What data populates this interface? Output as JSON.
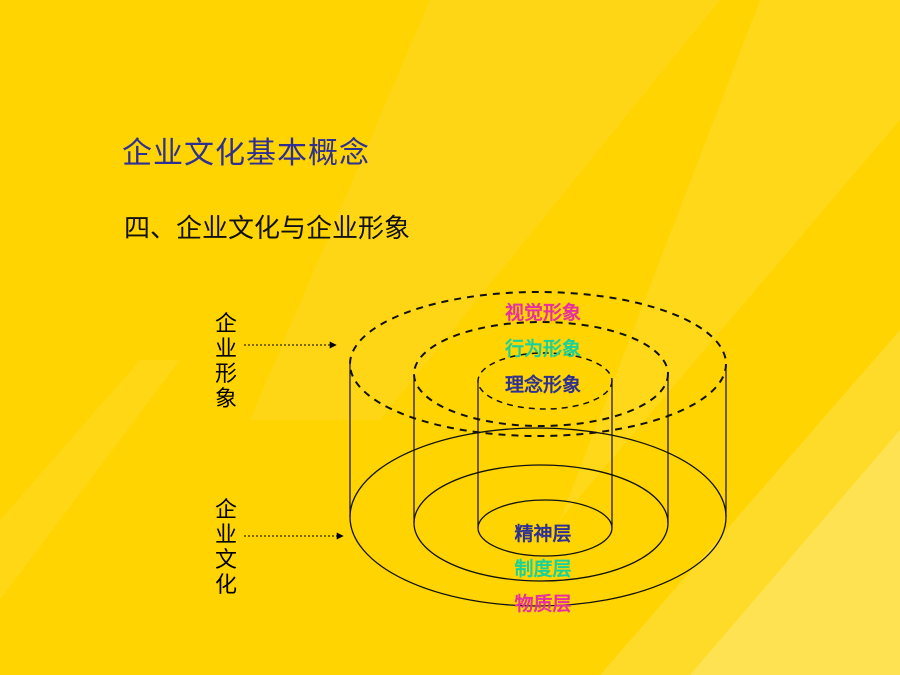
{
  "slide": {
    "title": "企业文化基本概念",
    "subtitle": "四、企业文化与企业形象"
  },
  "left_labels": {
    "image": "企业形象",
    "culture": "企业文化"
  },
  "image_layers": [
    {
      "label": "视觉形象",
      "color": "#E62FA0"
    },
    {
      "label": "行为形象",
      "color": "#19D29A"
    },
    {
      "label": "理念形象",
      "color": "#2E3192"
    }
  ],
  "culture_layers": [
    {
      "label": "精神层",
      "color": "#2E3192"
    },
    {
      "label": "制度层",
      "color": "#19D29A"
    },
    {
      "label": "物质层",
      "color": "#E62FA0"
    }
  ],
  "colors": {
    "background": "#FFD400",
    "title": "#2E3192"
  }
}
